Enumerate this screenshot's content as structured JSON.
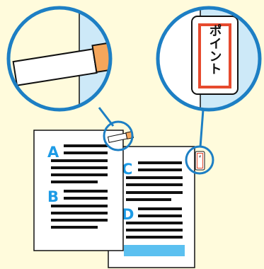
{
  "colors": {
    "background": "#fffbdc",
    "accent_blue": "#1d7fc4",
    "letter_blue": "#1d9be6",
    "zoom_fill": "#cde9f8",
    "highlight_bar": "#5bc0f0",
    "sticky_orange": "#f5a65b",
    "tag_red": "#e64a2e",
    "text_lines": "#111111"
  },
  "left_document": {
    "section_labels": [
      "A",
      "B"
    ]
  },
  "right_document": {
    "section_labels": [
      "C",
      "D"
    ]
  },
  "index_tab": {
    "text": "ポイント"
  }
}
